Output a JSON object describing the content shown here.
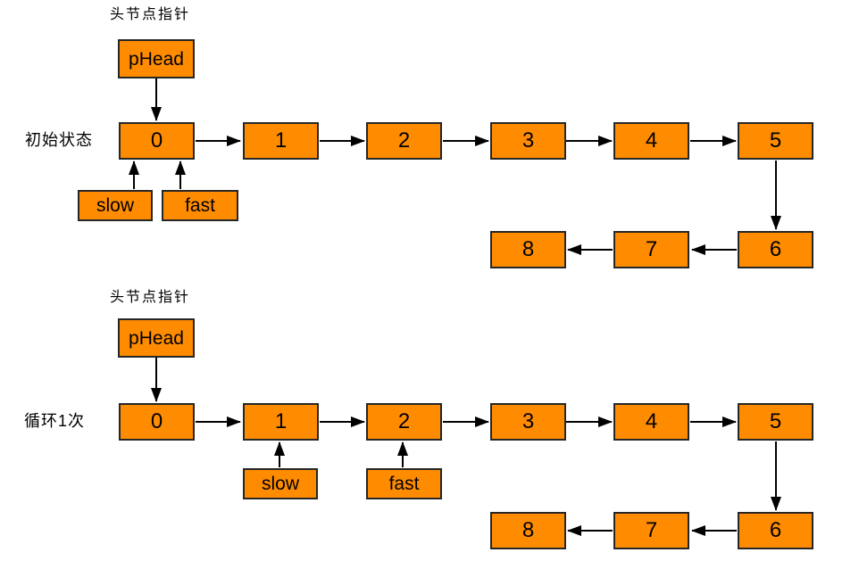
{
  "colors": {
    "node_fill": "#FF8C00",
    "node_border": "#262626",
    "arrow": "#000000",
    "text": "#000000",
    "background": "#FFFFFF"
  },
  "diagrams": [
    {
      "id": "initial-state",
      "pointer_label": "头节点指针",
      "state_label": "初始状态",
      "head_label": "pHead",
      "nodes": [
        "0",
        "1",
        "2",
        "3",
        "4",
        "5",
        "6",
        "7",
        "8"
      ],
      "slow_label": "slow",
      "fast_label": "fast",
      "slow_points_to": "0",
      "fast_points_to": "0"
    },
    {
      "id": "after-one-loop",
      "pointer_label": "头节点指针",
      "state_label": "循环1次",
      "head_label": "pHead",
      "nodes": [
        "0",
        "1",
        "2",
        "3",
        "4",
        "5",
        "6",
        "7",
        "8"
      ],
      "slow_label": "slow",
      "fast_label": "fast",
      "slow_points_to": "1",
      "fast_points_to": "2"
    }
  ]
}
